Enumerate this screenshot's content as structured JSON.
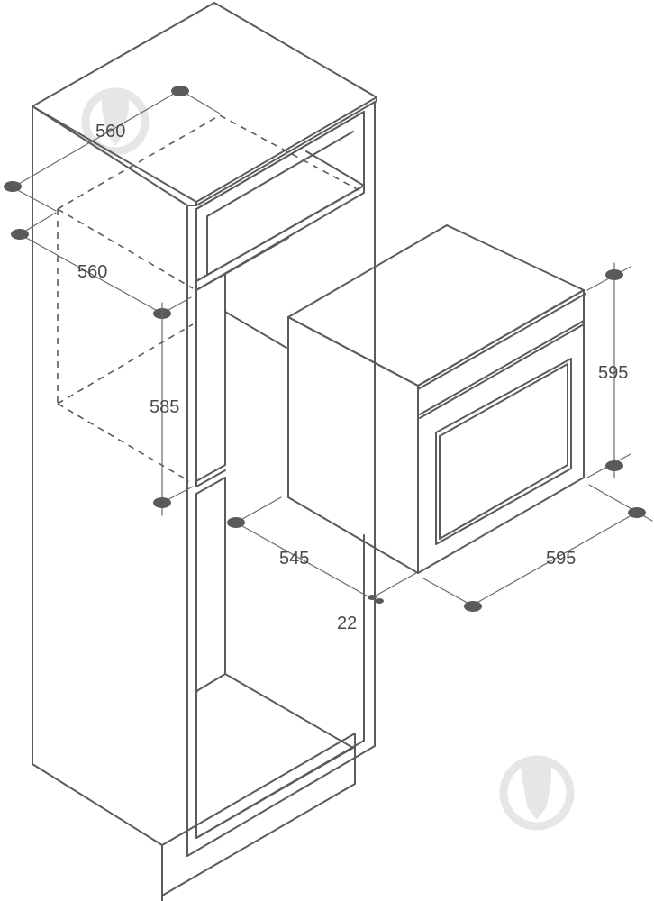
{
  "dimensions": {
    "cabinet_depth": "560",
    "cabinet_width": "560",
    "niche_height": "585",
    "oven_depth": "545",
    "front_gap": "22",
    "oven_height": "595",
    "oven_width": "595"
  },
  "colors": {
    "line": "#5b5b5b",
    "dot": "#5a5a5a",
    "text": "#4a4a4a",
    "watermark": "#e6e6e6"
  },
  "icons": {
    "watermark": "drop-in-circle-logo"
  }
}
